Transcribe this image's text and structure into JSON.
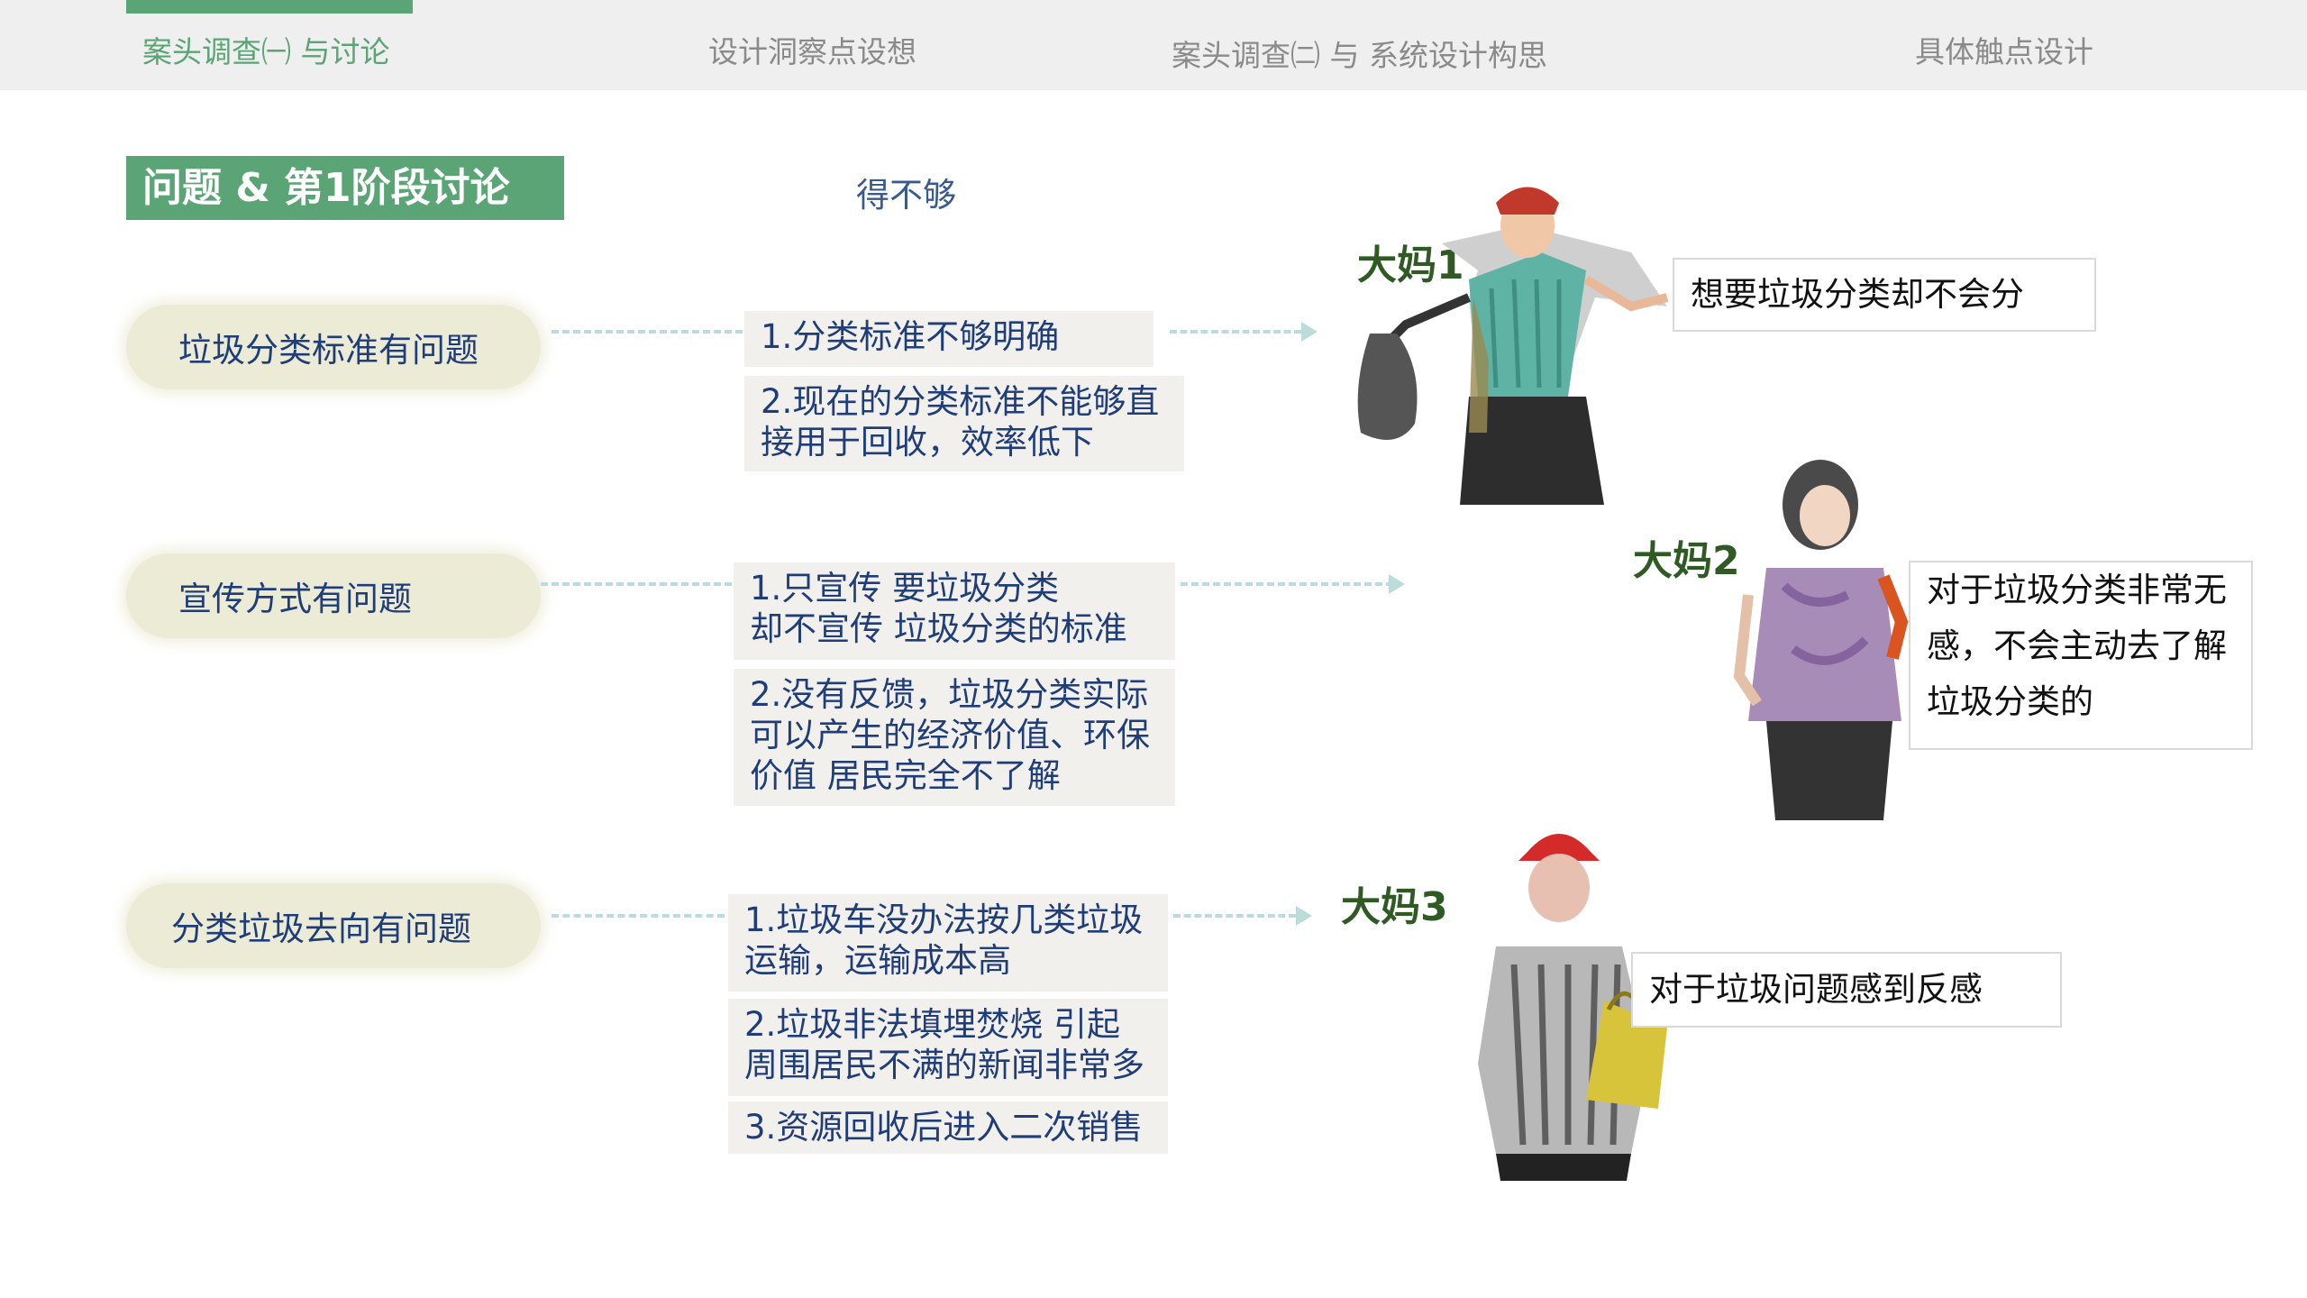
{
  "nav": {
    "tabs": [
      {
        "label": "案头调查㈠ 与讨论",
        "active": true
      },
      {
        "label": "设计洞察点设想",
        "active": false
      },
      {
        "label": "案头调查㈡ 与 系统设计构思",
        "active": false
      },
      {
        "label": "具体触点设计",
        "active": false
      }
    ]
  },
  "section": {
    "title": "问题 & 第1阶段讨论",
    "floating_note": "得不够"
  },
  "problems": [
    {
      "label": "垃圾分类标准有问题",
      "reasons": [
        "1.分类标准不够明确",
        "2.现在的分类标准不能够直\n接用于回收，效率低下"
      ]
    },
    {
      "label": "宣传方式有问题",
      "reasons": [
        "1.只宣传  要垃圾分类\n却不宣传  垃圾分类的标准",
        "2.没有反馈，垃圾分类实际\n可以产生的经济价值、环保\n价值  居民完全不了解"
      ]
    },
    {
      "label": "分类垃圾去向有问题",
      "reasons": [
        "1.垃圾车没办法按几类垃圾\n运输，运输成本高",
        "2.垃圾非法填埋焚烧 引起\n周围居民不满的新闻非常多",
        "3.资源回收后进入二次销售"
      ]
    }
  ],
  "personas": [
    {
      "label": "大妈1",
      "quote": "想要垃圾分类却不会分",
      "icon": "woman-with-trash-bag-sketch"
    },
    {
      "label": "大妈2",
      "quote": "对于垃圾分类非常无\n感，不会主动去了解\n垃圾分类的",
      "icon": "woman-standing-sketch"
    },
    {
      "label": "大妈3",
      "quote": "对于垃圾问题感到反感",
      "icon": "woman-with-red-cap-sketch"
    }
  ],
  "colors": {
    "accent_green": "#5aa476",
    "text_blue": "#1f3d78",
    "persona_green": "#2f5a24",
    "blob_bg": "#ecebd6",
    "arrow": "#bcdcdc"
  }
}
